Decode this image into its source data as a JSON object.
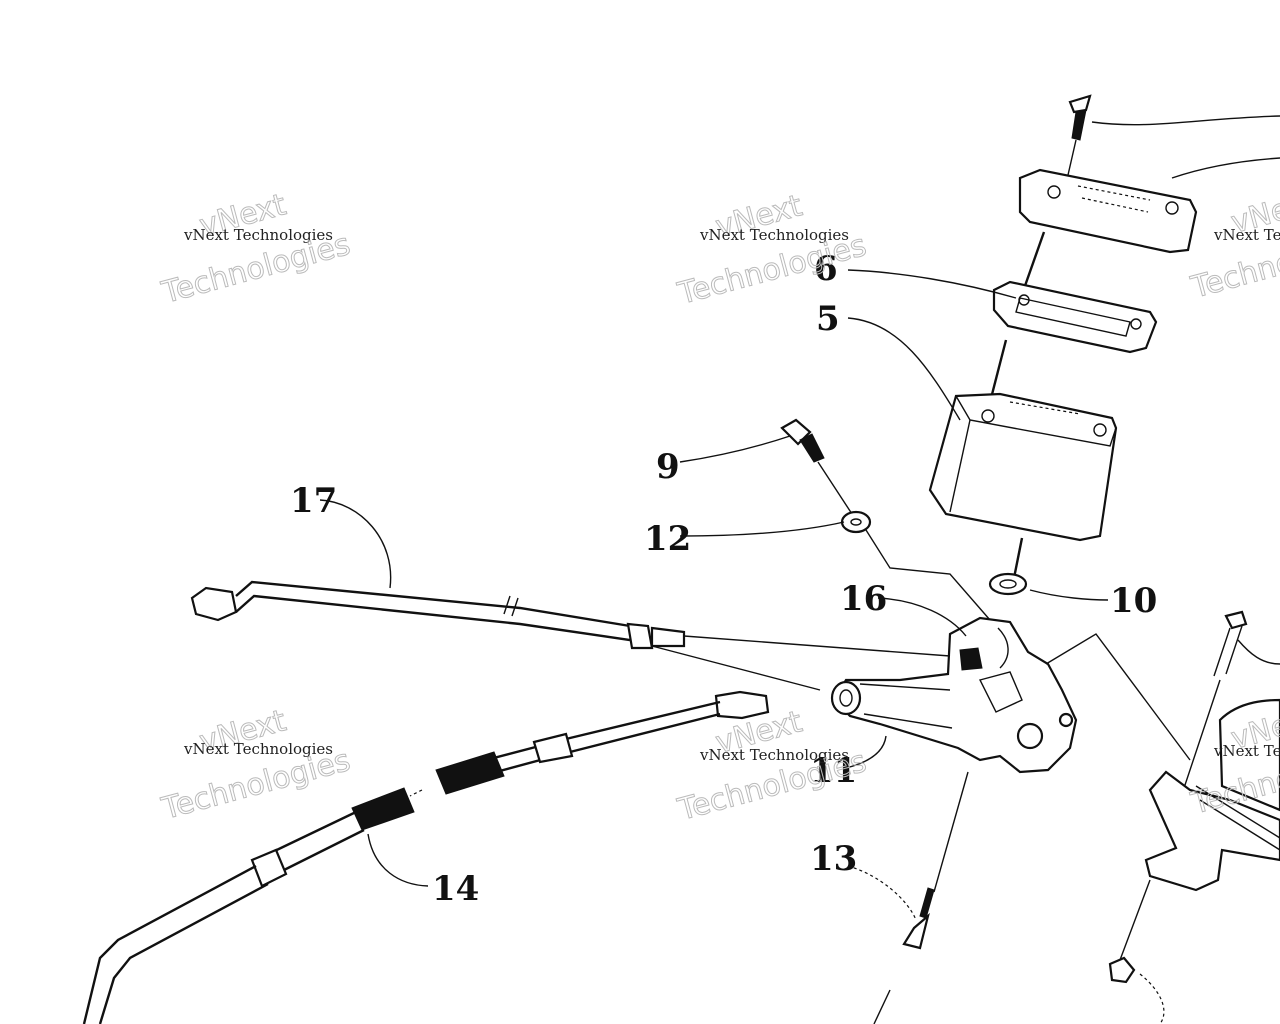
{
  "callouts": [
    {
      "label": "6"
    },
    {
      "label": "5"
    },
    {
      "label": "9"
    },
    {
      "label": "12"
    },
    {
      "label": "10"
    },
    {
      "label": "17"
    },
    {
      "label": "16"
    },
    {
      "label": "11"
    },
    {
      "label": "13"
    },
    {
      "label": "14"
    }
  ],
  "watermark": {
    "line1": "vNext",
    "line2": "vNext Technologies",
    "line3": "Technologies"
  }
}
